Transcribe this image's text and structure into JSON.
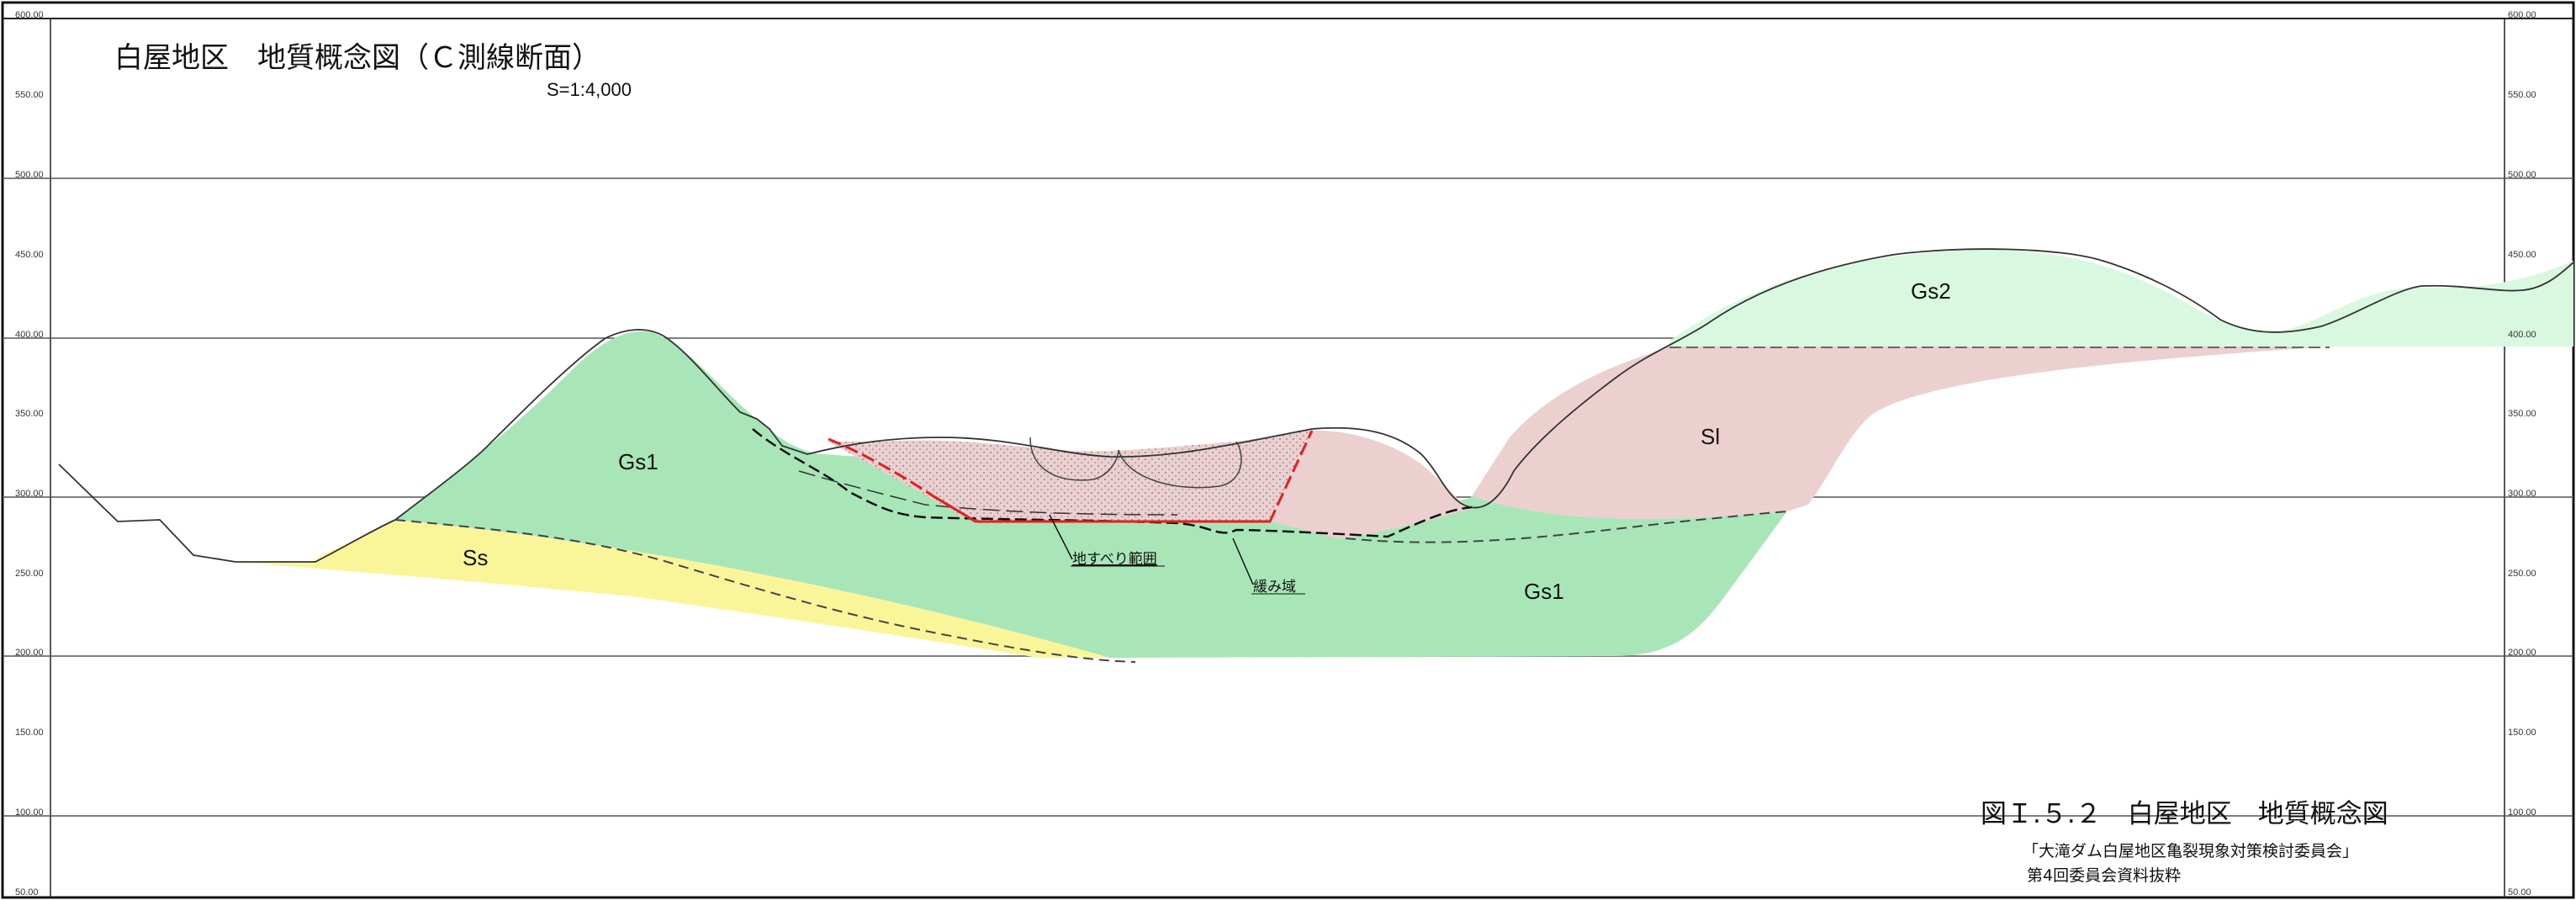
{
  "title": "白屋地区　地質概念図（Ｃ測線断面）",
  "scale": "S=1:4,000",
  "elevation_ticks": [
    "600.00",
    "550.00",
    "500.00",
    "450.00",
    "400.00",
    "350.00",
    "300.00",
    "250.00",
    "200.00",
    "150.00",
    "100.00",
    "50.00"
  ],
  "units": {
    "gs2": "Gs2",
    "gs1_left": "Gs1",
    "gs1_right": "Gs1",
    "ss": "Ss",
    "sl": "Sl"
  },
  "annotations": {
    "landslide_range": "地すべり範囲",
    "loosened_zone": "緩み域"
  },
  "caption": {
    "figure": "図Ｉ.５.２　白屋地区　地質概念図",
    "source_line1": "「大滝ダム白屋地区亀裂現象対策検討委員会」",
    "source_line2": "第4回委員会資料抜粋"
  },
  "colors": {
    "gs1": "#a8e6b8",
    "gs2": "#d8f8e0",
    "ss": "#fbf59a",
    "sl": "#e8c8c8",
    "landslide_boundary": "#e02020"
  }
}
